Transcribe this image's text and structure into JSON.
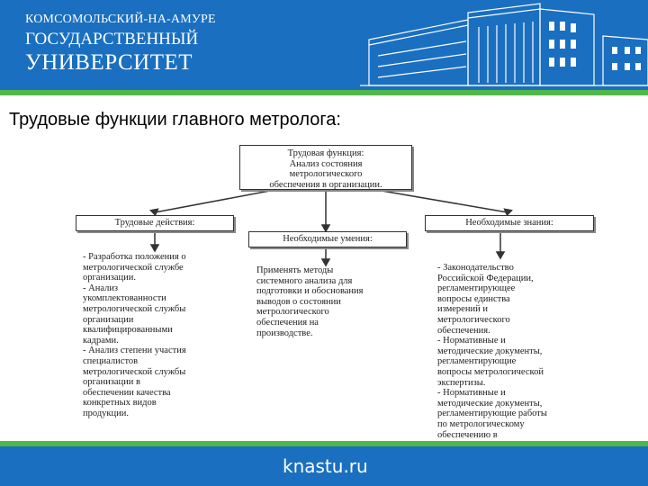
{
  "header": {
    "line1": "КОМСОМОЛЬСКИЙ-НА-АМУРЕ",
    "line2": "ГОСУДАРСТВЕННЫЙ",
    "line3": "УНИВЕРСИТЕТ",
    "colors": {
      "primary": "#1a6fc0",
      "accent": "#4fb848"
    }
  },
  "slide": {
    "title": "Трудовые функции главного метролога:"
  },
  "diagram": {
    "top": "Трудовая функция:\nАнализ состояния\nметрологического\nобеспечения в организации.",
    "branches": [
      {
        "header": "Трудовые действия:",
        "text": "- Разработка положения о\nметрологической службе\nорганизации.\n- Анализ\nукомплектованности\nметрологической службы\nорганизации\nквалифицированными\nкадрами.\n- Анализ степени участия\nспециалистов\nметрологической службы\nорганизации в\nобеспечении качества\nконкретных видов\nпродукции."
      },
      {
        "header": "Необходимые умения:",
        "text": "Применять методы\nсистемного анализа для\nподготовки и обоснования\nвыводов о состоянии\nметрологического\nобеспечения на\nпроизводстве."
      },
      {
        "header": "Необходимые знания:",
        "text": "- Законодательство\nРоссийской Федерации,\nрегламентирующее\nвопросы единства\nизмерений и\nметрологического\nобеспечения.\n- Нормативные и\nметодические документы,\nрегламентирующие\nвопросы метрологической\nэкспертизы.\n- Нормативные и\nметодические документы,\nрегламентирующие работы\nпо метрологическому\nобеспечению в\nорганизации."
      }
    ]
  },
  "footer": {
    "site": "knastu.ru"
  }
}
